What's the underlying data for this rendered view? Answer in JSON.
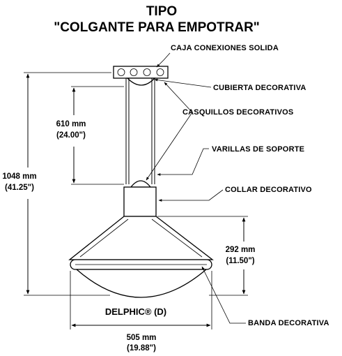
{
  "title": {
    "line1": "TIPO",
    "line2": "\"COLGANTE PARA EMPOTRAR\""
  },
  "labels": {
    "junction_box": "CAJA CONEXIONES SOLIDA",
    "canopy": "CUBIERTA DECORATIVA",
    "sleeves": "CASQUILLOS DECORATIVOS",
    "rods": "VARILLAS DE SOPORTE",
    "collar": "COLLAR DECORATIVO",
    "band": "BANDA DECORATIVA",
    "model": "DELPHIC® (D)"
  },
  "dimensions": {
    "overall_height": {
      "mm": "1048 mm",
      "in": "(41.25\")"
    },
    "rod_length": {
      "mm": "610 mm",
      "in": "(24.00\")"
    },
    "shade_height": {
      "mm": "292 mm",
      "in": "(11.50\")"
    },
    "shade_width": {
      "mm": "505 mm",
      "in": "(19.88\")"
    }
  }
}
